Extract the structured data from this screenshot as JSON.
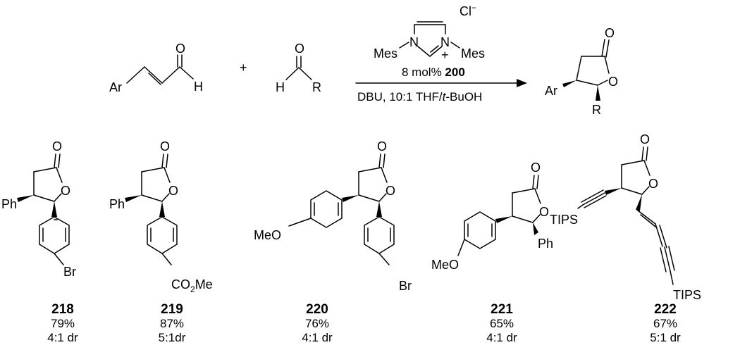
{
  "scheme": {
    "reactants": {
      "enal": {
        "aryl_label": "Ar",
        "oxygen_label": "O",
        "hydrogen_label": "H"
      },
      "plus": "+",
      "aldehyde": {
        "oxygen_label": "O",
        "hydrogen_label": "H",
        "r_label": "R"
      }
    },
    "catalyst": {
      "n1_label": "N",
      "n2_label": "N",
      "left_sub": "Mes",
      "right_sub": "Mes",
      "charge_plus": "+",
      "counterion": "Cl",
      "counterion_charge": "−",
      "loading_text": "8 mol% ",
      "catalyst_number": "200"
    },
    "conditions": {
      "base_text": "DBU, 10:1 THF/",
      "tbu_italic": "t",
      "tbu_rest": "-BuOH"
    },
    "product": {
      "carbonyl_o": "O",
      "ring_o": "O",
      "aryl_label": "Ar",
      "r_label": "R"
    }
  },
  "examples": [
    {
      "number": "218",
      "yield": "79%",
      "dr": "4:1 dr",
      "sub_left": "Ph",
      "sub_bottom": "Br",
      "o1": "O",
      "o2": "O"
    },
    {
      "number": "219",
      "yield": "87%",
      "dr": "5:1dr",
      "sub_left": "Ph",
      "ester_prefix": "CO",
      "ester_sub": "2",
      "ester_suffix": "Me",
      "o1": "O",
      "o2": "O"
    },
    {
      "number": "220",
      "yield": "76%",
      "dr": "4:1 dr",
      "sub_left": "MeO",
      "sub_bottom": "Br",
      "o1": "O",
      "o2": "O"
    },
    {
      "number": "221",
      "yield": "65%",
      "dr": "4:1 dr",
      "sub_left": "MeO",
      "sub_right": "Ph",
      "o1": "O",
      "o2": "O"
    },
    {
      "number": "222",
      "yield": "67%",
      "dr": "5:1 dr",
      "tips_left": "TIPS",
      "tips_right": "TIPS",
      "o1": "O",
      "o2": "O"
    }
  ]
}
